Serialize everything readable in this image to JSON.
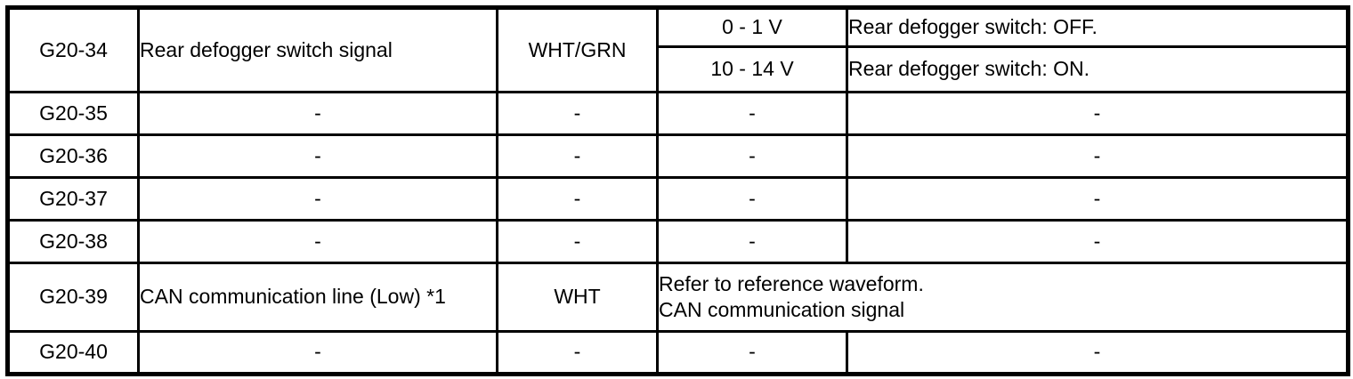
{
  "page": {
    "background_color": "#ffffff",
    "border_color": "#000000",
    "text_color": "#000000"
  },
  "table": {
    "columns": [
      "terminal",
      "signal-description",
      "wire-color",
      "voltage",
      "condition"
    ],
    "rows": [
      {
        "terminal": "G20-34",
        "description": "Rear defogger switch signal",
        "wire_color": "WHT/GRN",
        "conditions": [
          {
            "voltage": "0 - 1 V",
            "condition": "Rear defogger switch: OFF."
          },
          {
            "voltage": "10 - 14 V",
            "condition": "Rear defogger switch: ON."
          }
        ]
      },
      {
        "terminal": "G20-35",
        "description": "-",
        "wire_color": "-",
        "voltage": "-",
        "condition": "-"
      },
      {
        "terminal": "G20-36",
        "description": "-",
        "wire_color": "-",
        "voltage": "-",
        "condition": "-"
      },
      {
        "terminal": "G20-37",
        "description": "-",
        "wire_color": "-",
        "voltage": "-",
        "condition": "-"
      },
      {
        "terminal": "G20-38",
        "description": "-",
        "wire_color": "-",
        "voltage": "-",
        "condition": "-"
      },
      {
        "terminal": "G20-39",
        "description": "CAN communication line (Low) *1",
        "wire_color": "WHT",
        "note_line1": "Refer to reference waveform.",
        "note_line2": "CAN communication signal"
      },
      {
        "terminal": "G20-40",
        "description": "-",
        "wire_color": "-",
        "voltage": "-",
        "condition": "-"
      }
    ]
  }
}
